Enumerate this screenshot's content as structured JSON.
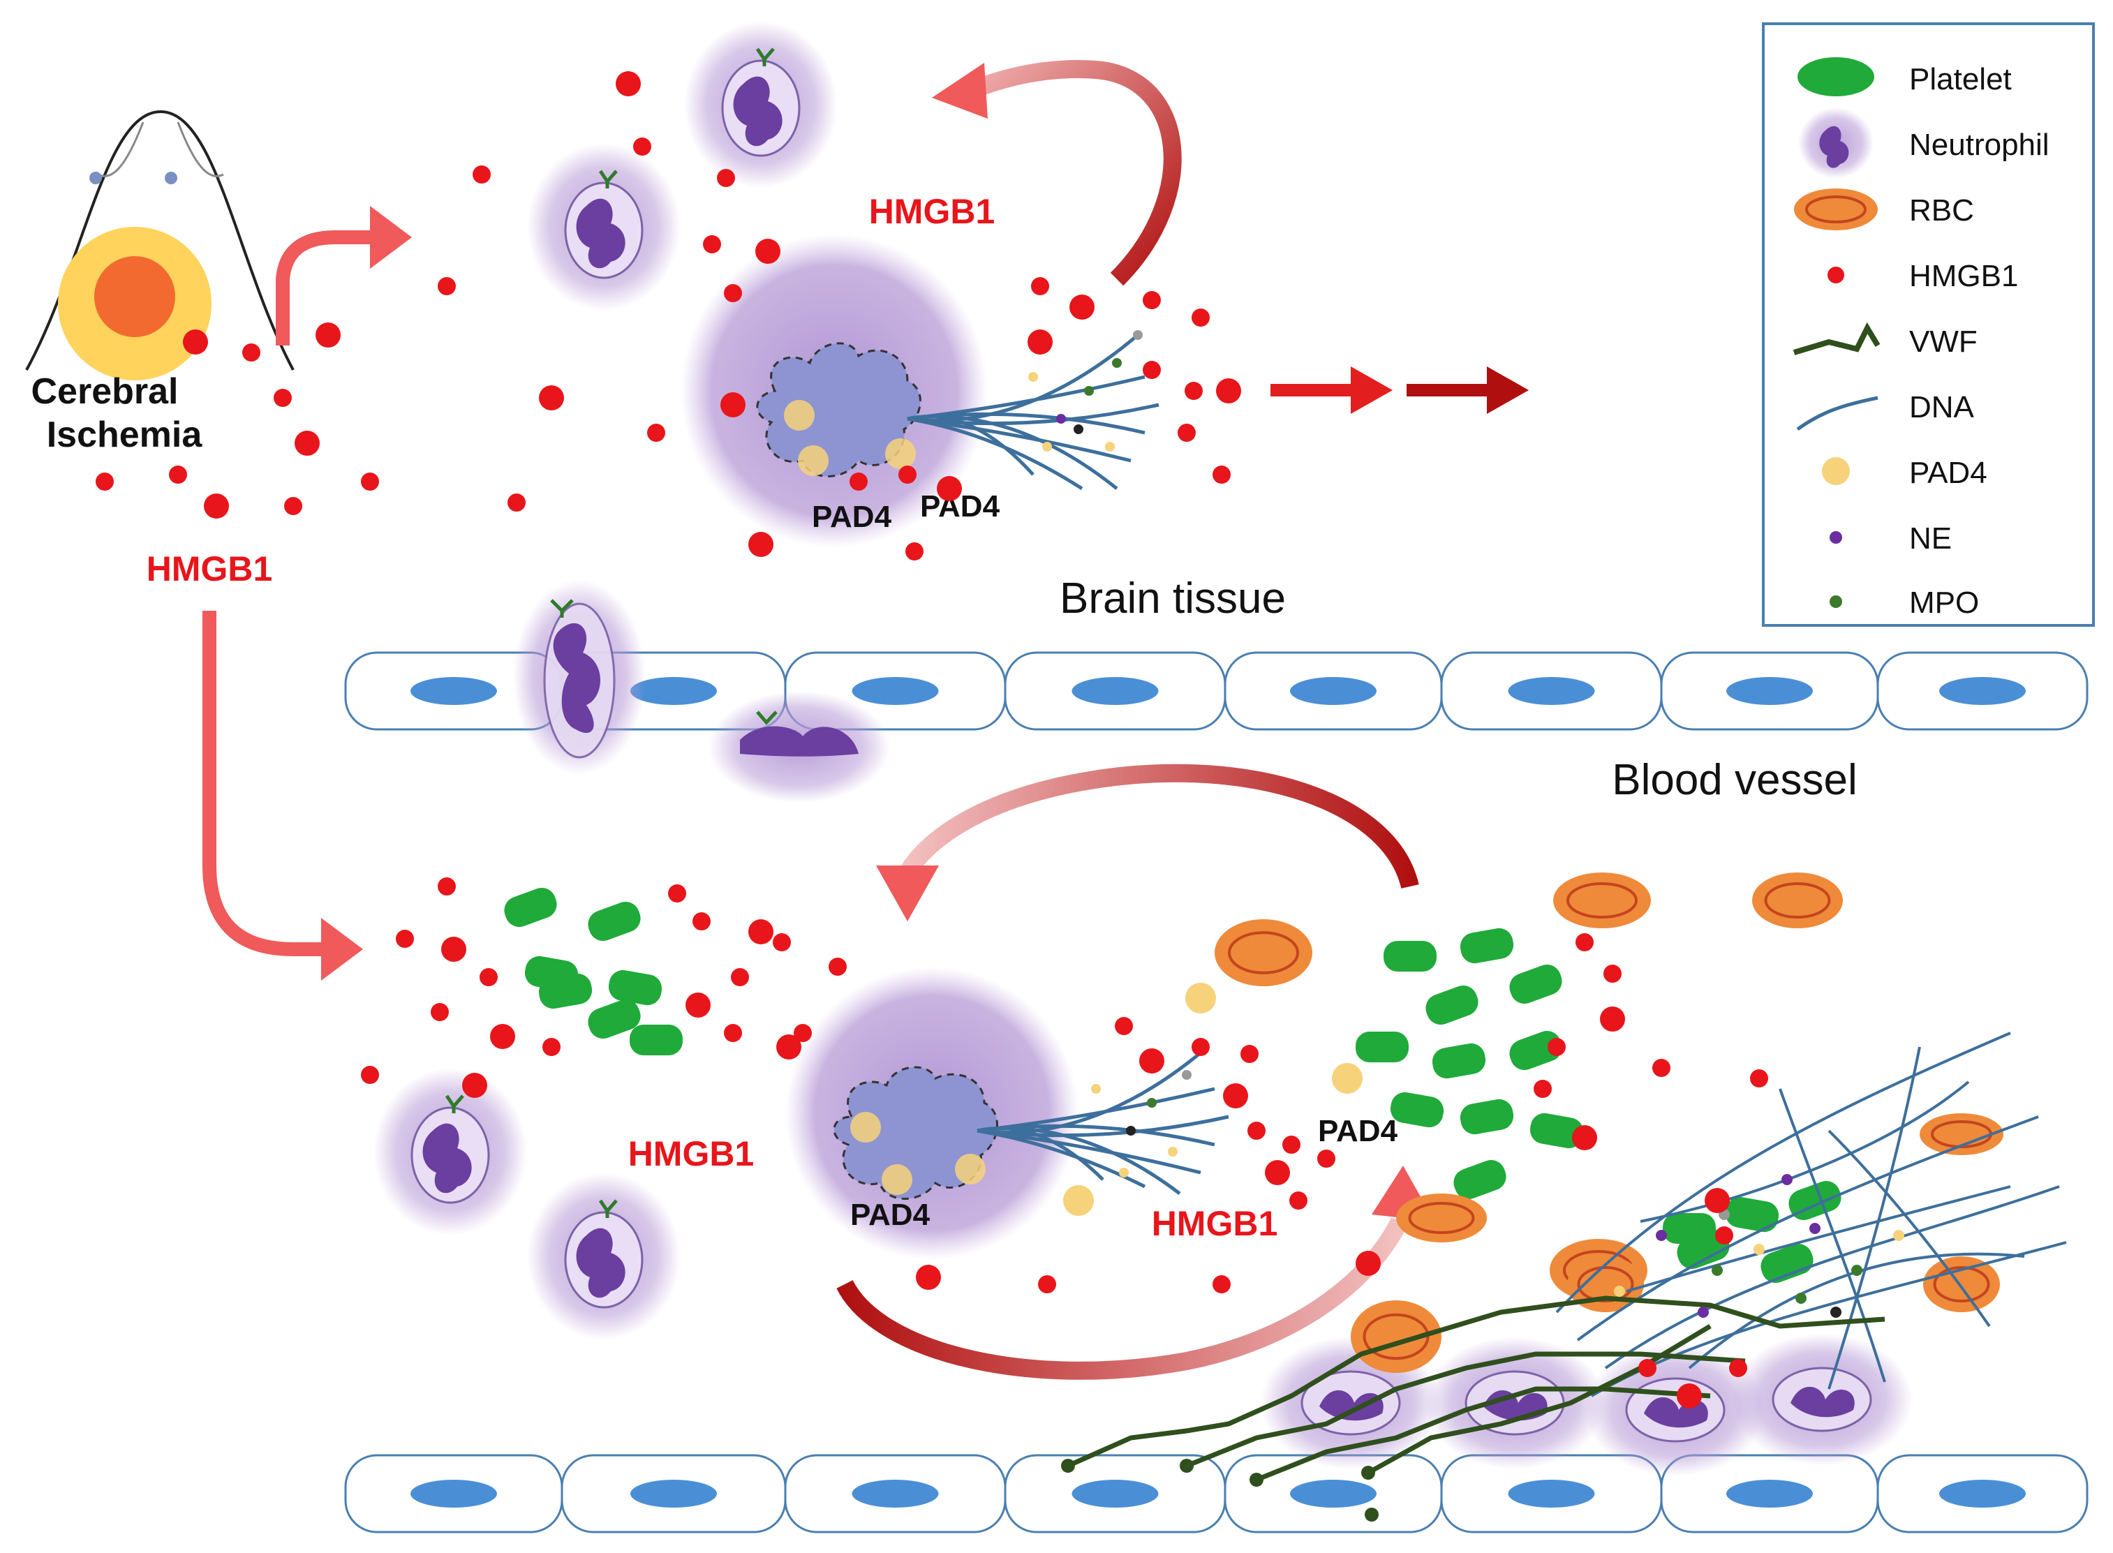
{
  "labels": {
    "cerebral_line1": "Cerebral",
    "cerebral_line2": "Ischemia",
    "hmgb1_left": "HMGB1",
    "hmgb1_top": "HMGB1",
    "pad4_top_a": "PAD4",
    "pad4_top_b": "PAD4",
    "brain_tissue": "Brain tissue",
    "blood_vessel": "Blood vessel",
    "hmgb1_bottom_left": "HMGB1",
    "hmgb1_bottom_mid": "HMGB1",
    "pad4_bottom_a": "PAD4",
    "pad4_bottom_b": "PAD4"
  },
  "legend": {
    "items": [
      {
        "label": "Platelet",
        "icon": "platelet-icon"
      },
      {
        "label": "Neutrophil",
        "icon": "neutrophil-icon"
      },
      {
        "label": "RBC",
        "icon": "rbc-icon"
      },
      {
        "label": "HMGB1",
        "icon": "hmgb1-dot-icon"
      },
      {
        "label": "VWF",
        "icon": "vwf-line-icon"
      },
      {
        "label": "DNA",
        "icon": "dna-line-icon"
      },
      {
        "label": "PAD4",
        "icon": "pad4-dot-icon"
      },
      {
        "label": "NE",
        "icon": "ne-dot-icon"
      },
      {
        "label": "MPO",
        "icon": "mpo-dot-icon"
      }
    ]
  },
  "colors": {
    "hmgb1": "#e8151b",
    "platelet": "#1faa3a",
    "neutrophil_glow": "#b79ad6",
    "neutrophil_body": "#6a3fa0",
    "rbc_fill": "#ef8a3a",
    "rbc_ring": "#c4451e",
    "vwf": "#2f4f1c",
    "dna": "#3d6f9c",
    "pad4": "#f6d27a",
    "ne": "#6b2ea0",
    "mpo": "#3a7a2a",
    "endothelial_nucleus": "#4a8fd6",
    "arrow": "#f05a5a"
  }
}
